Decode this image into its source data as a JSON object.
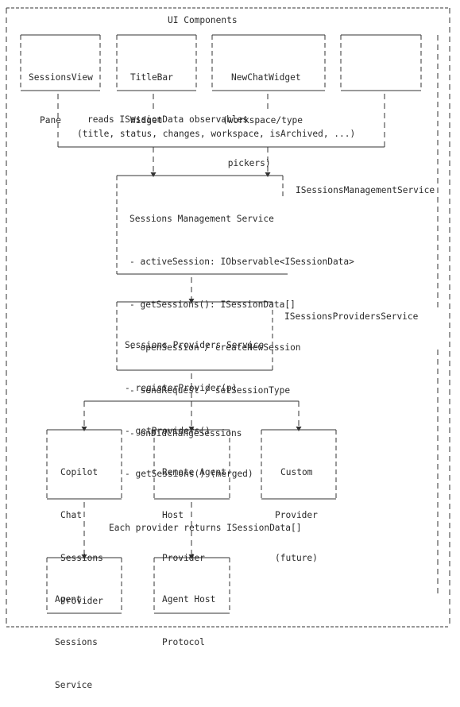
{
  "title": "UI Components",
  "ui_components": [
    {
      "id": "sessions-view-pane",
      "lines": [
        "SessionsView",
        "Pane"
      ]
    },
    {
      "id": "title-bar-widget",
      "lines": [
        "TitleBar",
        "Widget"
      ]
    },
    {
      "id": "new-chat-widget",
      "lines": [
        "NewChatWidget",
        "(workspace/type",
        " pickers)"
      ]
    },
    {
      "id": "empty-box",
      "lines": []
    }
  ],
  "observables_note": {
    "line1": "reads ISessionData observables",
    "line2": "(title, status, changes, workspace, isArchived, ...)"
  },
  "management_service": {
    "title": "Sessions Management Service",
    "interface": "ISessionsManagementService",
    "members": [
      "- activeSession: IObservable<ISessionData>",
      "- getSessions(): ISessionData[]",
      "- openSession / createNewSession",
      "- sendRequest / setSessionType",
      "- onDidChangeSessions"
    ]
  },
  "providers_service": {
    "title": "Sessions Providers Service",
    "interface": "ISessionsProvidersService",
    "members": [
      "- registerProvider(p)",
      "- getProviders()",
      "- getSessions() (merged)"
    ]
  },
  "providers": [
    {
      "id": "copilot-chat-sessions-provider",
      "lines": [
        "Copilot",
        "Chat",
        "Sessions",
        "Provider"
      ]
    },
    {
      "id": "remote-agent-host-provider",
      "lines": [
        "Remote Agent",
        "Host",
        "Provider"
      ]
    },
    {
      "id": "custom-provider",
      "lines": [
        "Custom",
        "Provider",
        "(future)"
      ]
    }
  ],
  "provider_note": "Each provider returns ISessionData[]",
  "backends": [
    {
      "id": "agent-sessions-service",
      "lines": [
        "Agent",
        "Sessions",
        "Service"
      ]
    },
    {
      "id": "agent-host-protocol",
      "lines": [
        "Agent Host",
        "Protocol"
      ]
    }
  ]
}
